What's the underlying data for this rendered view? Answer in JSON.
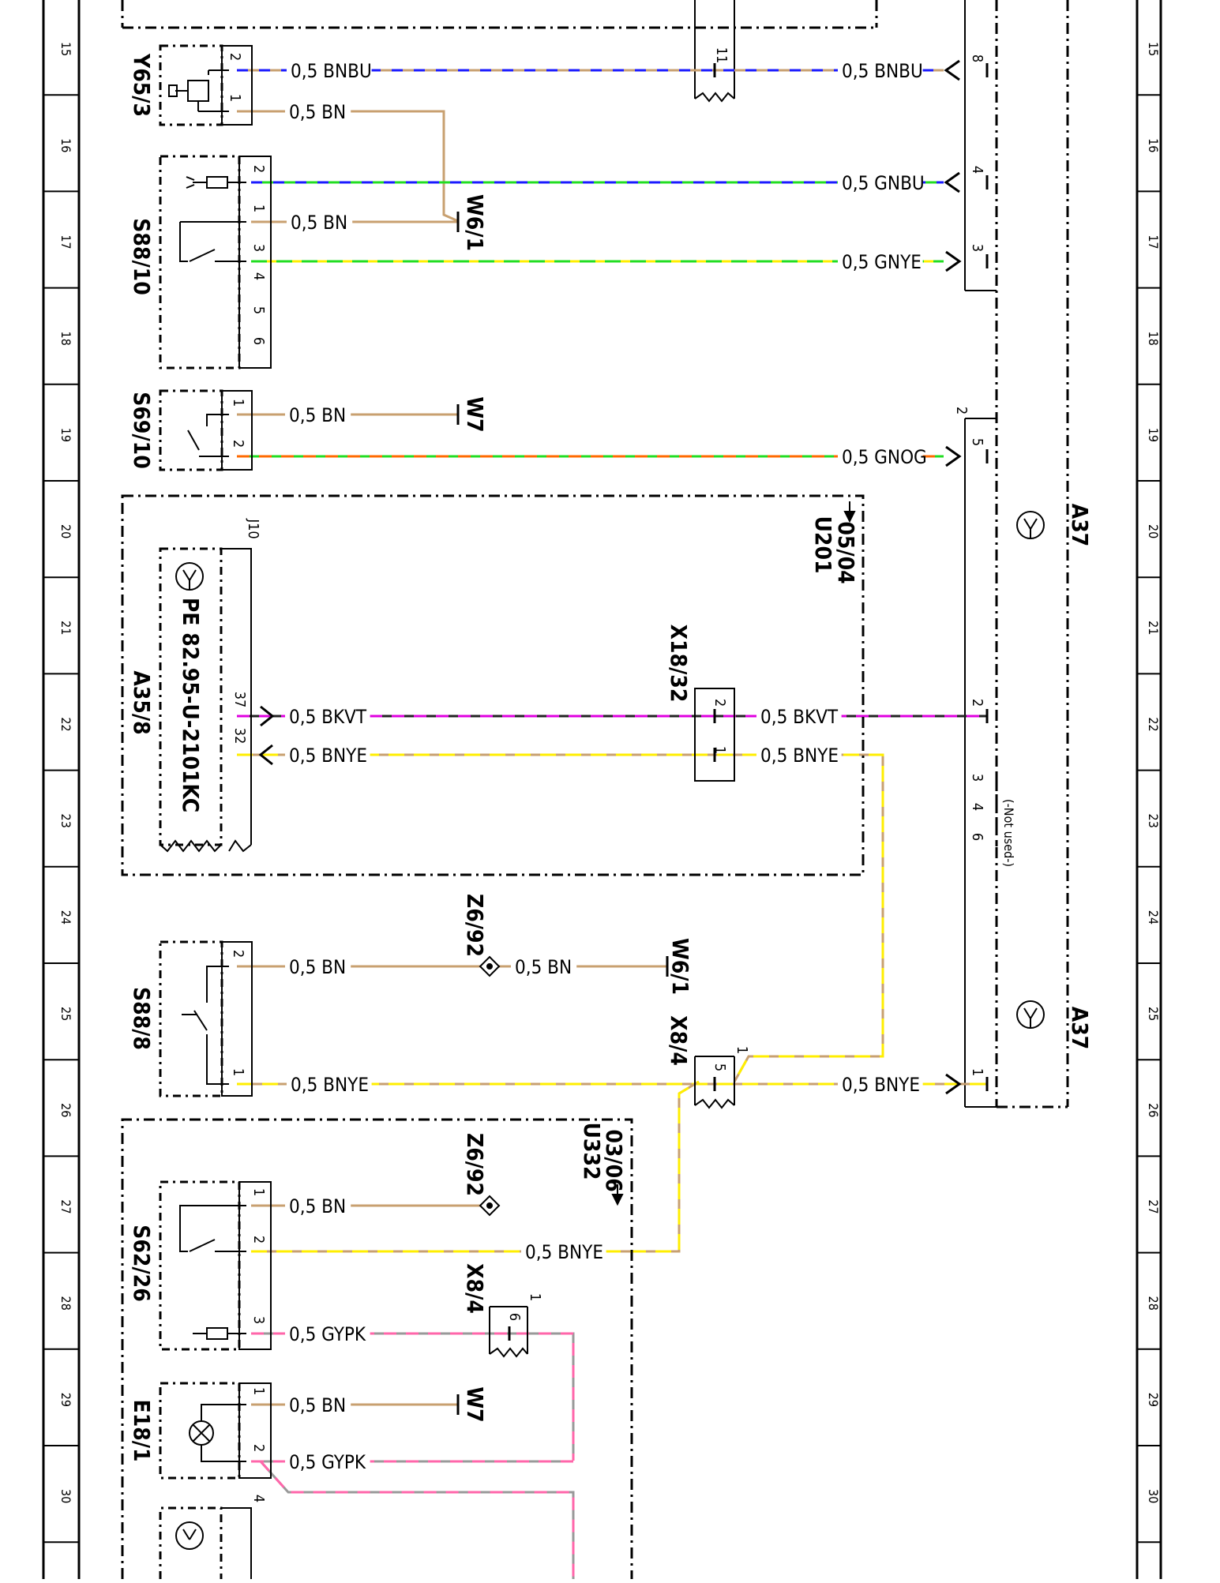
{
  "rows": [
    "15",
    "16",
    "17",
    "18",
    "19",
    "20",
    "21",
    "22",
    "23",
    "24",
    "25",
    "26",
    "27",
    "28",
    "29",
    "30"
  ],
  "components": {
    "Y65_3": "Y65/3",
    "S88_10": "S88/10",
    "S69_10": "S69/10",
    "A35_8": "A35/8",
    "A35_8_part": "PE 82.95-U-2101KC",
    "S88_8": "S88/8",
    "S62_26": "S62/26",
    "E18_1": "E18/1",
    "A37_a": "A37",
    "A37_b": "A37",
    "X18_32": "X18/32",
    "X8_4_a": "X8/4",
    "X8_4_b": "X8/4",
    "W6_1_a": "W6/1",
    "W6_1_b": "W6/1",
    "W7_a": "W7",
    "W7_b": "W7",
    "Z6_92_a": "Z6/92",
    "Z6_92_b": "Z6/92",
    "U201_ref": "05/04",
    "U201_code": "U201",
    "U332_ref": "03/06",
    "U332_code": "U332",
    "J10": "J10",
    "not_used": "(-Not used-)"
  },
  "wires": {
    "w1a": "0,5 BNBU",
    "w1b": "0,5 BNBU",
    "w2": "0,5 BN",
    "w3": "0,5 GNBU",
    "w4": "0,5 BN",
    "w5": "0,5 GNYE",
    "w6": "0,5 BN",
    "w7": "0,5 GNOG",
    "w8a": "0,5 BKVT",
    "w8b": "0,5 BKVT",
    "w9a": "0,5 BNYE",
    "w9b": "0,5 BNYE",
    "w10a": "0,5 BN",
    "w10b": "0,5 BN",
    "w11a": "0,5 BNYE",
    "w11b": "0,5 BNYE",
    "w12": "0,5 BN",
    "w13": "0,5 BNYE",
    "w14": "0,5 GYPK",
    "w15": "0,5 BN",
    "w16": "0,5 GYPK"
  },
  "pins": {
    "y65_2": "2",
    "y65_1": "1",
    "x_11": "11",
    "a37_8": "8",
    "s88_2": "2",
    "s88_1": "1",
    "s88_3": "3",
    "s88_4": "4",
    "s88_5": "5",
    "s88_6": "6",
    "a37_4": "4",
    "a37_3": "3",
    "s69_1": "1",
    "s69_2": "2",
    "a37_2top": "2",
    "a37_5": "5",
    "a35_37": "37",
    "a35_32": "32",
    "x18_2": "2",
    "x18_1": "1",
    "a37_2": "2",
    "a37_n3": "3",
    "a37_n4": "4",
    "a37_n6": "6",
    "s888_2": "2",
    "s888_1": "1",
    "x84_5": "5",
    "x84_1": "1",
    "a37_1": "1",
    "s62_1": "1",
    "s62_2": "2",
    "s62_3": "3",
    "x84_6": "6",
    "x84b_1": "1",
    "e18_1": "1",
    "e18_2": "2",
    "bottom_4": "4"
  },
  "colors": {
    "BN": "#c8a070",
    "BU": "#1a1aff",
    "GN": "#22dd22",
    "YE": "#ffee00",
    "OG": "#ff6a00",
    "BK": "#222222",
    "VT": "#e000e0",
    "GY": "#999999",
    "PK": "#ff66aa"
  }
}
